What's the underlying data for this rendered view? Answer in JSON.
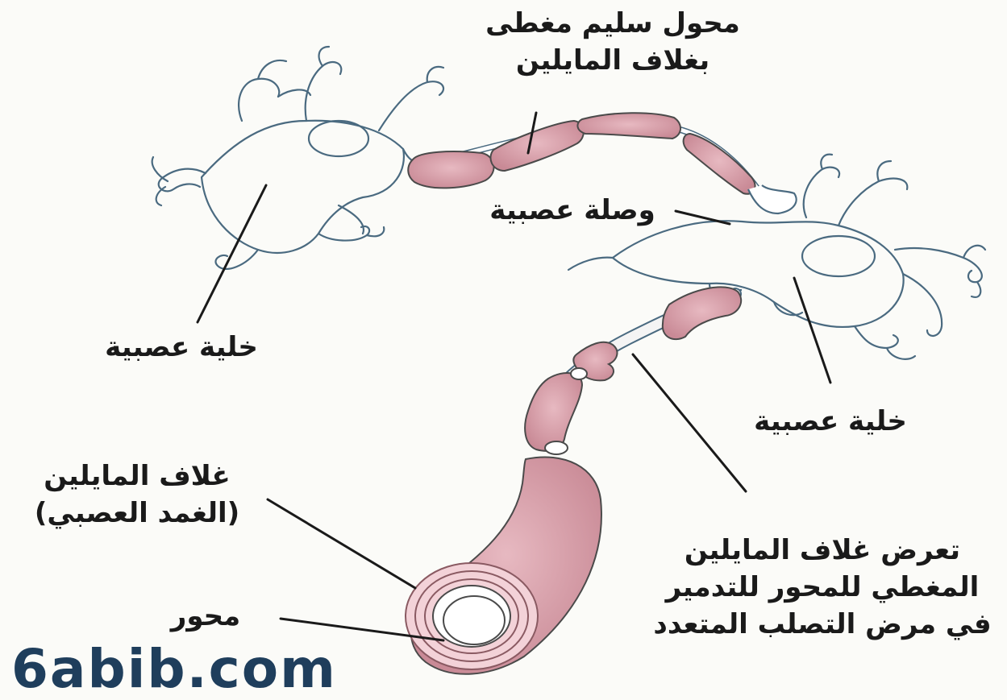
{
  "labels": {
    "healthy_axon_line1": "محول سليم مغطى",
    "healthy_axon_line2": "بغلاف المايلين",
    "synapse": "وصلة عصبية",
    "nerve_cell_left": "خلية عصبية",
    "nerve_cell_right": "خلية عصبية",
    "myelin_sheath_line1": "غلاف المايلين",
    "myelin_sheath_line2": "(الغمد العصبي)",
    "axon": "محور",
    "damage_line1": "تعرض غلاف المايلين",
    "damage_line2": "المغطي للمحور للتدمير",
    "damage_line3": "في مرض التصلب المتعدد"
  },
  "watermark": "6abib.com",
  "colors": {
    "myelin": "#d9a0ab",
    "myelin_dark": "#b87883",
    "neuron_outline": "#4a6a80",
    "leader_line": "#1a1a1a",
    "watermark": "#1f3e5c"
  }
}
